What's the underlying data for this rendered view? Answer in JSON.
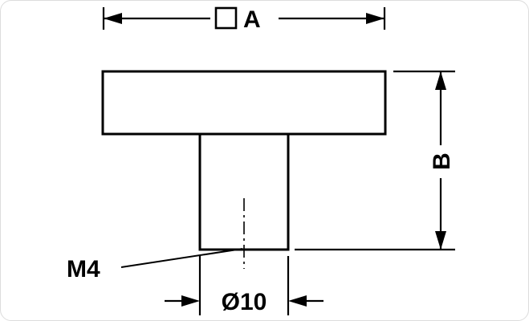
{
  "drawing": {
    "labels": {
      "width": "A",
      "height": "B",
      "thread": "M4",
      "diameter": "Ø10"
    },
    "symbols": {
      "square_section": "□"
    },
    "colors": {
      "line": "#000000",
      "background": "#ffffff"
    }
  }
}
